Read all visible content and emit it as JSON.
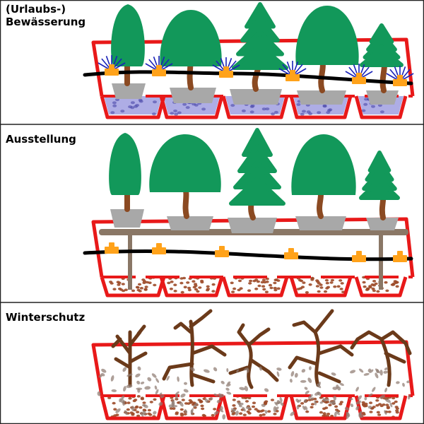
{
  "panels": [
    {
      "title": "(Urlaubs-)\nBewässerung"
    },
    {
      "title": "Ausstellung"
    },
    {
      "title": "Winterschutz"
    }
  ],
  "colors": {
    "frame": "#e81919",
    "foliage": "#12985a",
    "trunk": "#8b4a22",
    "pot": "#a8a8a8",
    "water": "#6c6ad0",
    "hose": "#000000",
    "dripper": "#ffa21a",
    "emitter": "#1a22b8",
    "rail": "#8a7766",
    "gravel": "#9c4a28",
    "mulch": "#8f7b72",
    "divider": "#222222"
  },
  "icons": [
    "tree-icon",
    "pot-icon",
    "dripper-icon",
    "hose-icon",
    "bare-tree-icon"
  ]
}
